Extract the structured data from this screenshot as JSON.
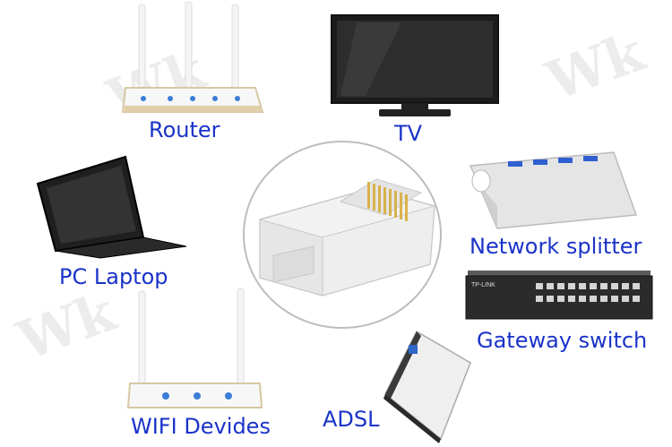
{
  "devices": [
    {
      "id": "router",
      "label": "Router",
      "icon": "router-icon"
    },
    {
      "id": "tv",
      "label": "TV",
      "icon": "tv-icon"
    },
    {
      "id": "laptop",
      "label": "PC  Laptop",
      "icon": "laptop-icon"
    },
    {
      "id": "splitter",
      "label": "Network splitter",
      "icon": "usb-hub-icon"
    },
    {
      "id": "switch",
      "label": "Gateway switch",
      "icon": "network-switch-icon"
    },
    {
      "id": "wifi",
      "label": "WIFI Devides",
      "icon": "wifi-router-icon"
    },
    {
      "id": "adsl",
      "label": "ADSL",
      "icon": "adsl-modem-icon"
    }
  ],
  "center": {
    "icon": "rj45-connector-icon"
  },
  "switch_brand": "TP-LINK",
  "colors": {
    "label": "#1a33c9",
    "circle": "#bdbdbd",
    "gold": "#d9b24a"
  }
}
